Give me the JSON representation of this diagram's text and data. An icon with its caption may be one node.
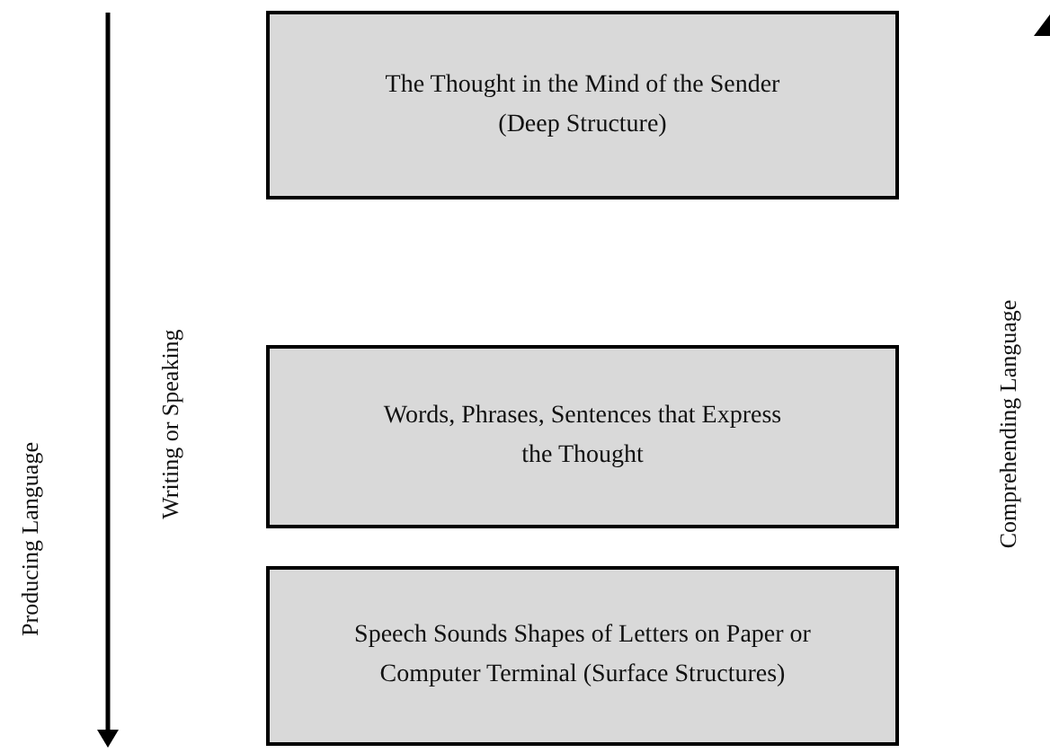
{
  "diagram": {
    "nodes": [
      {
        "text": [
          "The Thought in the Mind of the Sender (Deep Structure)"
        ]
      },
      {
        "text": [
          "Words, Phrases, Sentences that Express the Thought"
        ]
      },
      {
        "text": [
          "Speech Sounds Shapes of Letters on Paper or Computer Terminal (Surface Structures)"
        ]
      }
    ],
    "edges": [],
    "labels": [
      "Producing Language",
      "Writing or Speaking",
      "Comprehending Language"
    ]
  }
}
